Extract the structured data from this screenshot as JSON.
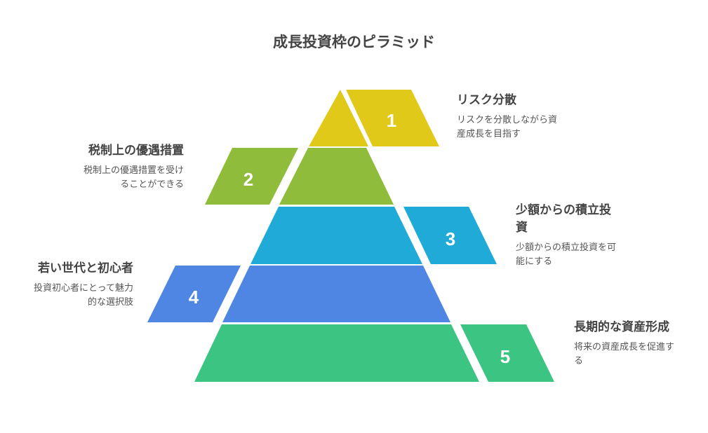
{
  "title": "成長投資枠のピラミッド",
  "tiers": [
    {
      "number": "1",
      "title": "リスク分散",
      "description": "リスクを分散しながら資産成長を目指す",
      "color": "#E0C918"
    },
    {
      "number": "2",
      "title": "税制上の優遇措置",
      "description": "税制上の優遇措置を受けることができる",
      "color": "#8FBC3A"
    },
    {
      "number": "3",
      "title": "少額からの積立投資",
      "description": "少額からの積立投資を可能にする",
      "color": "#1FAAD8"
    },
    {
      "number": "4",
      "title": "若い世代と初心者",
      "description": "投資初心者にとって魅力的な選択肢",
      "color": "#4F86E3"
    },
    {
      "number": "5",
      "title": "長期的な資産形成",
      "description": "将来の資産成長を促進する",
      "color": "#3CC483"
    }
  ]
}
